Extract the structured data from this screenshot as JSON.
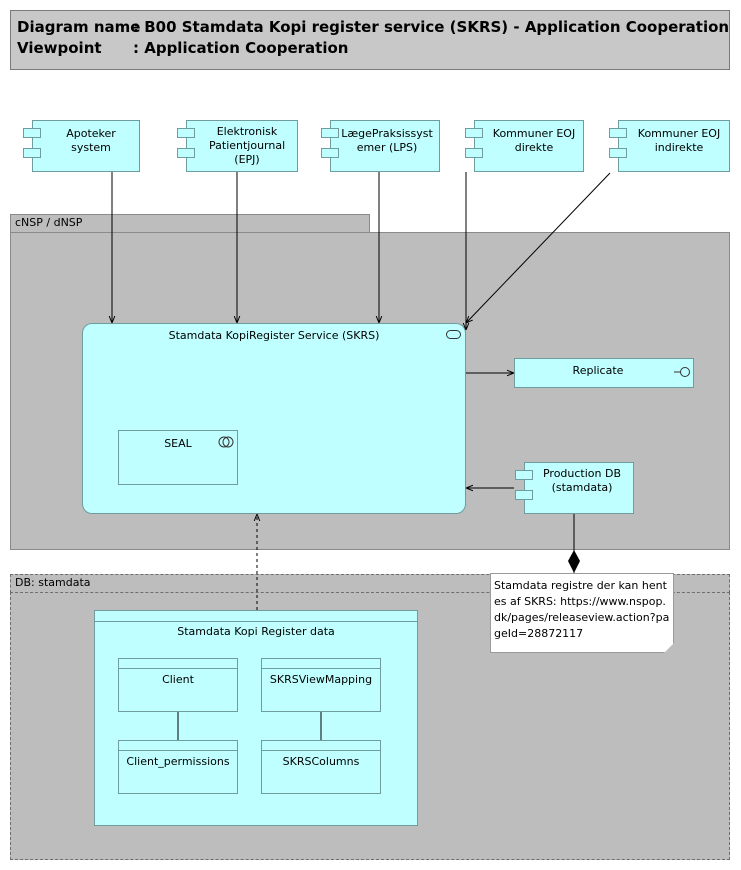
{
  "header": {
    "diagram_label": "Diagram name",
    "diagram_value": ": B00 Stamdata Kopi register service (SKRS) - Application Cooperation",
    "viewpoint_label": "Viewpoint",
    "viewpoint_value": ": Application Cooperation"
  },
  "external_systems": [
    "Apoteker system",
    "Elektronisk Patientjournal (EPJ)",
    "LægePraksissystemer (LPS)",
    "Kommuner EOJ direkte",
    "Kommuner EOJ indirekte"
  ],
  "groups": {
    "nsp": "cNSP / dNSP",
    "db": "DB: stamdata"
  },
  "service": {
    "title": "Stamdata KopiRegister Service (SKRS)",
    "seal": "SEAL"
  },
  "replicate": "Replicate",
  "production_db": "Production DB (stamdata)",
  "note": "Stamdata registre der kan hentes af SKRS: https://www.nspop.dk/pages/releaseview.action?pageId=28872117",
  "data_object": {
    "title": "Stamdata Kopi Register data",
    "client": "Client",
    "client_permissions": "Client_permissions",
    "view_mapping": "SKRSViewMapping",
    "columns": "SKRSColumns"
  },
  "colors": {
    "element_fill": "#bfffff",
    "group_fill": "#bdbdbd",
    "header_fill": "#c8c8c8"
  }
}
